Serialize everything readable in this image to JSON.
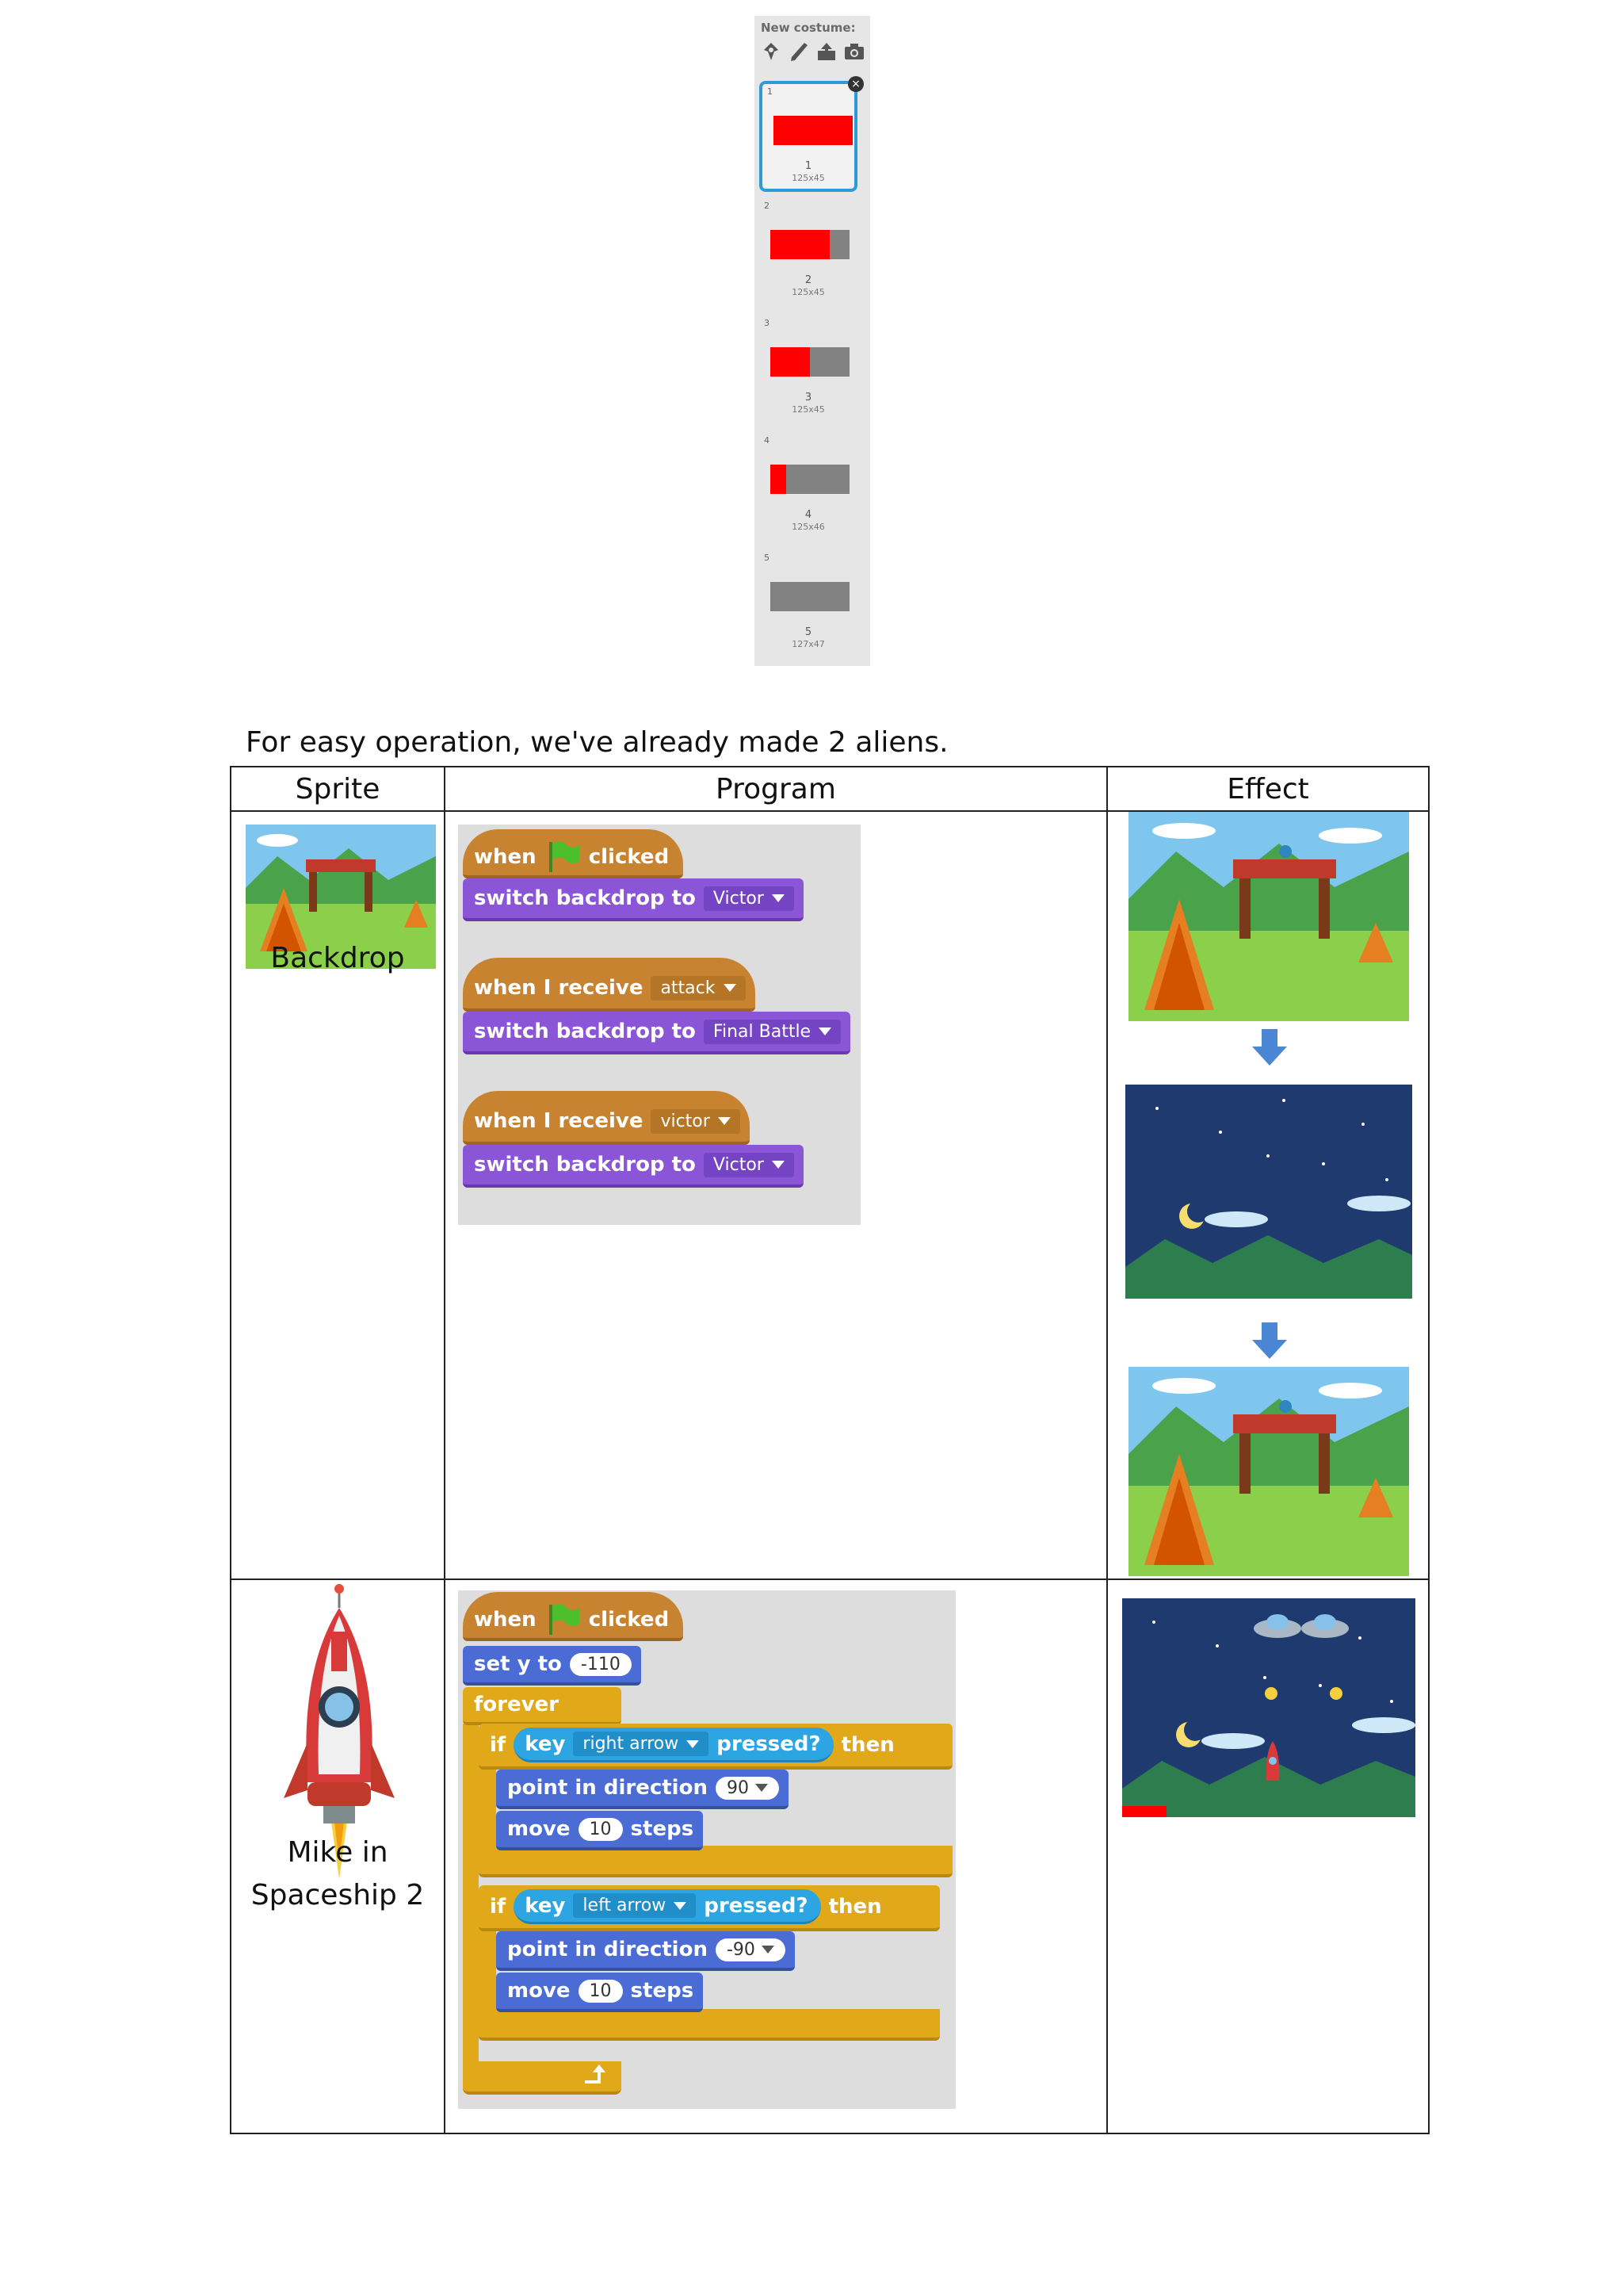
{
  "costume_panel": {
    "title": "New costume:",
    "tools": [
      "paint-brush-icon",
      "pencil-icon",
      "upload-icon",
      "camera-icon"
    ],
    "costumes": [
      {
        "index": "1",
        "name": "1",
        "size": "125x45",
        "red_fraction": 1.0,
        "selected": true
      },
      {
        "index": "2",
        "name": "2",
        "size": "125x45",
        "red_fraction": 0.75,
        "selected": false
      },
      {
        "index": "3",
        "name": "3",
        "size": "125x45",
        "red_fraction": 0.5,
        "selected": false
      },
      {
        "index": "4",
        "name": "4",
        "size": "125x46",
        "red_fraction": 0.2,
        "selected": false
      },
      {
        "index": "5",
        "name": "5",
        "size": "127x47",
        "red_fraction": 0.0,
        "selected": false
      }
    ],
    "colors": {
      "fill": "#ff0000",
      "empty": "#828282",
      "selected_border": "#2e9bd6"
    }
  },
  "intro": "For easy operation, we've already made 2 aliens.",
  "table": {
    "headers": {
      "sprite": "Sprite",
      "program": "Program",
      "effect": "Effect"
    },
    "rows": [
      {
        "sprite_label": "Backdrop",
        "script": {
          "hat1": {
            "when": "when",
            "clicked": "clicked"
          },
          "switch1": {
            "text": "switch backdrop to",
            "value": "Victor"
          },
          "hat2": {
            "text": "when I receive",
            "value": "attack"
          },
          "switch2": {
            "text": "switch backdrop to",
            "value": "Final Battle"
          },
          "hat3": {
            "text": "when I receive",
            "value": "victor"
          },
          "switch3": {
            "text": "switch backdrop to",
            "value": "Victor"
          }
        }
      },
      {
        "sprite_label_line1": "Mike in",
        "sprite_label_line2": "Spaceship 2",
        "script": {
          "hat": {
            "when": "when",
            "clicked": "clicked"
          },
          "set_y": {
            "text": "set y to",
            "value": "-110"
          },
          "forever": "forever",
          "if1": {
            "if": "if",
            "key": "key",
            "value": "right arrow",
            "pressed": "pressed?",
            "then": "then"
          },
          "point1": {
            "text": "point in direction",
            "value": "90"
          },
          "move1": {
            "move": "move",
            "value": "10",
            "steps": "steps"
          },
          "if2": {
            "if": "if",
            "key": "key",
            "value": "left arrow",
            "pressed": "pressed?",
            "then": "then"
          },
          "point2": {
            "text": "point in direction",
            "value": "-90"
          },
          "move2": {
            "move": "move",
            "value": "10",
            "steps": "steps"
          }
        }
      }
    ]
  },
  "colors": {
    "event": "#c88330",
    "looks": "#8a55d7",
    "motion": "#4a6cd4",
    "control": "#e1a91a",
    "sensing": "#2ca5e2"
  }
}
